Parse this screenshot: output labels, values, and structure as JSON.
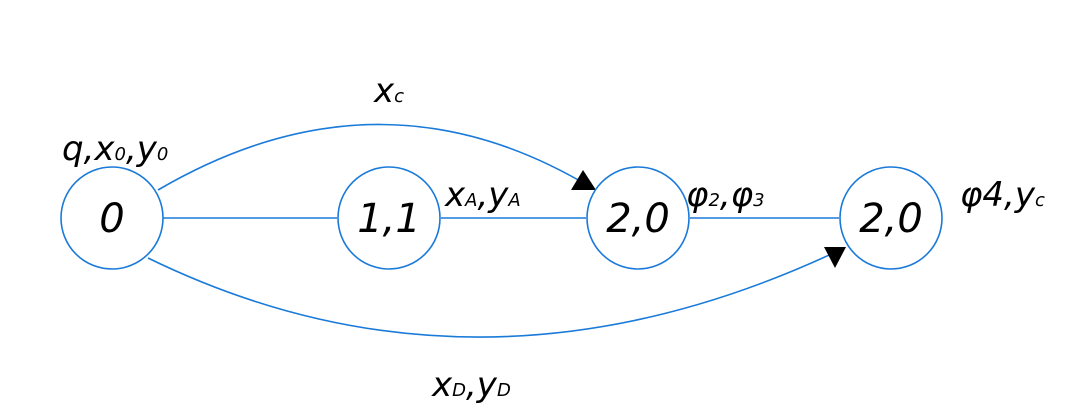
{
  "diagram": {
    "nodes": [
      {
        "id": "n0",
        "label": "0"
      },
      {
        "id": "n1",
        "label": "1,1"
      },
      {
        "id": "n2",
        "label": "2,0"
      },
      {
        "id": "n3",
        "label": "2,0"
      }
    ],
    "labels": {
      "node0": {
        "t1": "q,x",
        "s1": "0",
        "t2": ",y",
        "s2": "0"
      },
      "top_arc": {
        "t1": "x",
        "s1": "c"
      },
      "mid_edge": {
        "t1": "x",
        "s1": "A",
        "t2": ",y",
        "s2": "A"
      },
      "node2": {
        "t1": "φ",
        "s1": "2",
        "t2": ",φ",
        "s2": "3"
      },
      "node3": {
        "t1": "φ4,y",
        "s1": "c"
      },
      "bottom_arc": {
        "t1": "x",
        "s1": "D",
        "t2": ",y",
        "s2": "D"
      }
    },
    "colors": {
      "stroke": "#1a7ad9",
      "arrowhead": "#000000",
      "text": "#000000"
    }
  }
}
